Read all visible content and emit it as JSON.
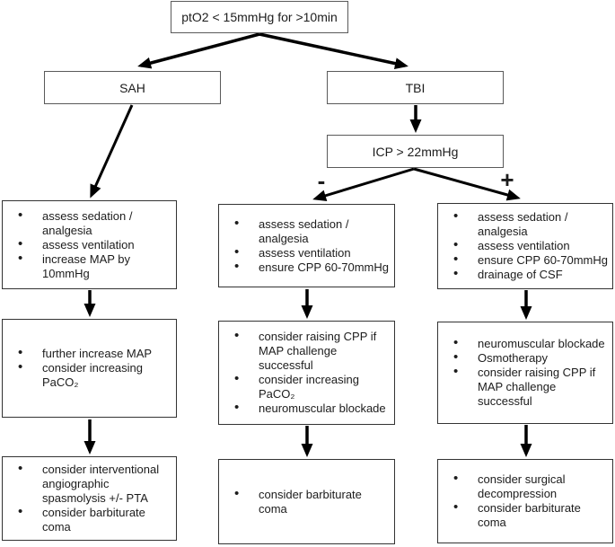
{
  "colors": {
    "background": "#ffffff",
    "title_box_border": "#5a5a5a",
    "action_box_border": "#333333",
    "arrow": "#000000",
    "text": "#1c1c1c"
  },
  "nodes": {
    "root": {
      "label": "ptO2 < 15mmHg for >10min"
    },
    "sah": {
      "label": "SAH"
    },
    "tbi": {
      "label": "TBI"
    },
    "icp": {
      "label": "ICP > 22mmHg"
    },
    "sah_step1": {
      "items": [
        "assess sedation / analgesia",
        "assess ventilation",
        "increase MAP by 10mmHg"
      ]
    },
    "sah_step2": {
      "items": [
        "further increase MAP",
        "consider increasing PaCO₂"
      ]
    },
    "sah_step3": {
      "items": [
        "consider interventional angiographic spasmolysis +/- PTA",
        "consider barbiturate coma"
      ]
    },
    "tbi_neg_step1": {
      "items": [
        "assess sedation / analgesia",
        "assess ventilation",
        "ensure CPP 60-70mmHg"
      ]
    },
    "tbi_neg_step2": {
      "items": [
        "consider raising CPP if MAP challenge successful",
        "consider increasing PaCO₂",
        "neuromuscular blockade"
      ]
    },
    "tbi_neg_step3": {
      "items": [
        "consider barbiturate coma"
      ]
    },
    "tbi_pos_step1": {
      "items": [
        "assess sedation / analgesia",
        "assess ventilation",
        "ensure CPP 60-70mmHg",
        "drainage of CSF"
      ]
    },
    "tbi_pos_step2": {
      "items": [
        "neuromuscular blockade",
        "Osmotherapy",
        "consider raising CPP if MAP challenge successful"
      ]
    },
    "tbi_pos_step3": {
      "items": [
        "consider surgical decompression",
        "consider barbiturate coma"
      ]
    }
  },
  "edge_labels": {
    "icp_negative": "-",
    "icp_positive": "+"
  }
}
